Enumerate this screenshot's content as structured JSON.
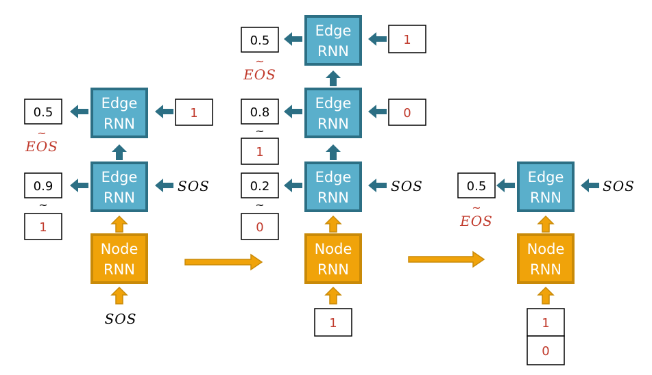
{
  "labels": {
    "edge_line1": "Edge",
    "edge_line2": "RNN",
    "node_line1": "Node",
    "node_line2": "RNN",
    "sos": "SOS",
    "eos": "EOS",
    "tilde": "~"
  },
  "colors": {
    "edge_fill": "#5aafcb",
    "edge_stroke": "#2c6f84",
    "node_fill": "#f0a30a",
    "node_stroke": "#c98a08",
    "sampled_value": "#c0392b"
  },
  "step1": {
    "node_input": "SOS",
    "edge1": {
      "input": "SOS",
      "output": "0.9",
      "sampled": "1"
    },
    "edge2": {
      "input": "1",
      "output": "0.5",
      "sampled": "EOS"
    }
  },
  "step2": {
    "node_input": [
      "1"
    ],
    "edge1": {
      "input": "SOS",
      "output": "0.2",
      "sampled": "0"
    },
    "edge2": {
      "input": "0",
      "output": "0.8",
      "sampled": "1"
    },
    "edge3": {
      "input": "1",
      "output": "0.5",
      "sampled": "EOS"
    }
  },
  "step3": {
    "node_input": [
      "1",
      "0"
    ],
    "edge1": {
      "input": "SOS",
      "output": "0.5",
      "sampled": "EOS"
    }
  }
}
